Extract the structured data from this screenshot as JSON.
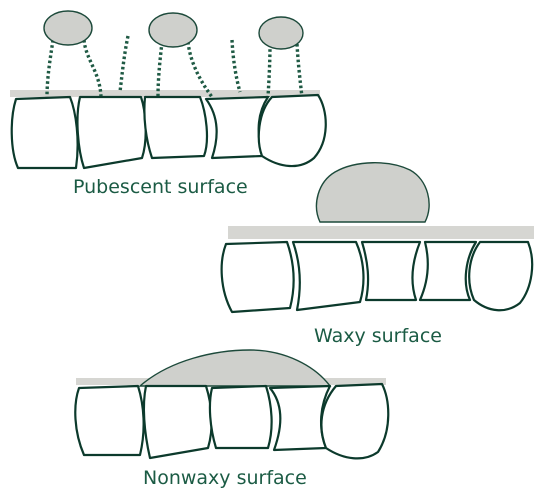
{
  "panels": {
    "pubescent": {
      "label": "Pubescent surface"
    },
    "waxy": {
      "label": "Waxy surface"
    },
    "nonwaxy": {
      "label": "Nonwaxy surface"
    }
  },
  "colors": {
    "outline": "#0c3a2c",
    "caption": "#1b5b44",
    "droplet": "#cfd0cc",
    "wax_layer": "#d6d6d2",
    "hair": "#1f5a44"
  }
}
